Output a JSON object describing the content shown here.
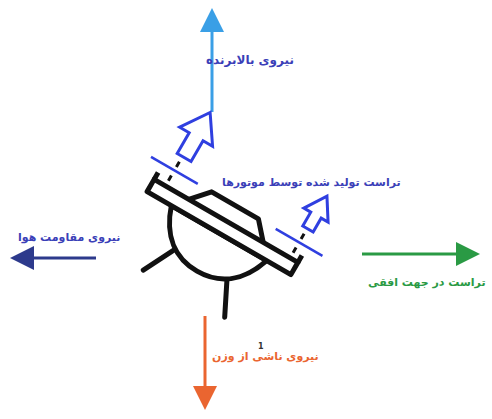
{
  "diagram": {
    "labels": [
      "نیروی بالابرنده",
      "تراست تولید شده توسط موتورها",
      "نیروی مقاومت هوا",
      "تراست در جهت افقی",
      "نیروی ناشی از وزن",
      "1"
    ]
  }
}
